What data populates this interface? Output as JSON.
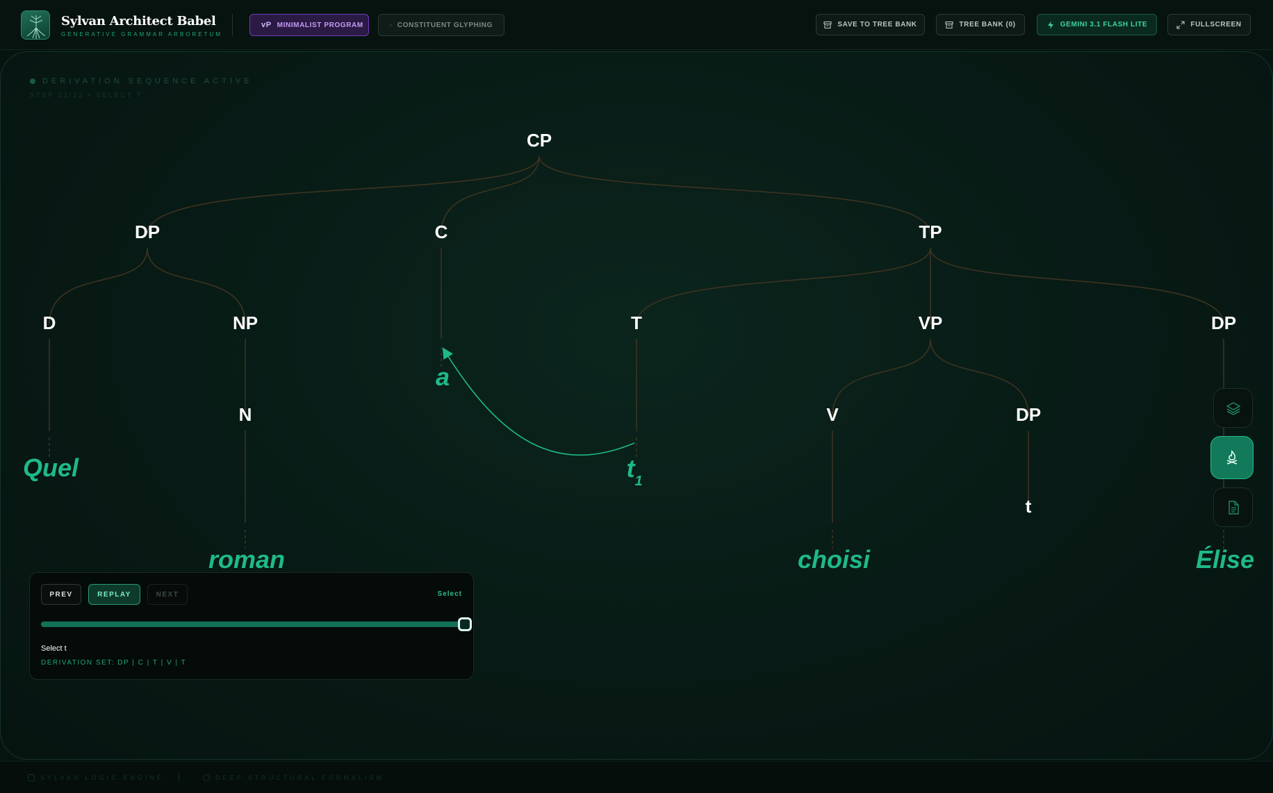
{
  "header": {
    "app_title": "Sylvan Architect Babel",
    "app_subtitle": "GENERATIVE GRAMMAR ARBORETUM",
    "mode_tabs": [
      {
        "badge": "vP",
        "label": "MINIMALIST PROGRAM",
        "active": true
      },
      {
        "label": "CONSTITUENT GLYPHING",
        "active": false
      }
    ],
    "buttons": {
      "save": "SAVE TO TREE BANK",
      "tree_bank": "TREE BANK (0)",
      "model": "GEMINI 3.1 FLASH LITE",
      "fullscreen": "FULLSCREEN"
    }
  },
  "canvas": {
    "status": "DERIVATION SEQUENCE ACTIVE",
    "step": "STEP 22/22 • SELECT T"
  },
  "tree": {
    "nodes": [
      {
        "id": "cp",
        "label": "CP"
      },
      {
        "id": "dp1",
        "label": "DP"
      },
      {
        "id": "c",
        "label": "C"
      },
      {
        "id": "tp",
        "label": "TP"
      },
      {
        "id": "d",
        "label": "D"
      },
      {
        "id": "np",
        "label": "NP"
      },
      {
        "id": "t",
        "label": "T"
      },
      {
        "id": "vp",
        "label": "VP"
      },
      {
        "id": "dp3",
        "label": "DP"
      },
      {
        "id": "n",
        "label": "N"
      },
      {
        "id": "v",
        "label": "V"
      },
      {
        "id": "dp2",
        "label": "DP"
      },
      {
        "id": "trace_dp",
        "label": "t"
      }
    ],
    "leaves": [
      {
        "id": "quel",
        "word": "Quel"
      },
      {
        "id": "roman",
        "word": "roman"
      },
      {
        "id": "a",
        "word": "a"
      },
      {
        "id": "t1",
        "word": "t",
        "subscript": "1"
      },
      {
        "id": "choisi",
        "word": "choisi"
      },
      {
        "id": "elise",
        "word": "Élise"
      }
    ],
    "colors": {
      "branch": "#3d3320",
      "leaf": "#1fb98a",
      "movement": "#1fb98a",
      "node": "#ffffff"
    }
  },
  "side_tools": [
    {
      "name": "layers-icon"
    },
    {
      "name": "flame-icon",
      "active": true
    },
    {
      "name": "document-icon"
    }
  ],
  "player": {
    "prev": "PREV",
    "replay": "REPLAY",
    "next": "NEXT",
    "action": "Select",
    "progress": 1.0,
    "step_description": "Select t",
    "derivation_set": "DERIVATION SET: DP | C | T | V | T"
  },
  "footer": {
    "left": "SYLVAN LOGIC ENGINE",
    "middle": "DEEP STRUCTURAL FORMALISM"
  }
}
